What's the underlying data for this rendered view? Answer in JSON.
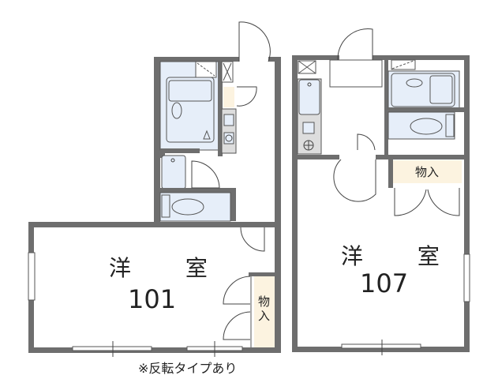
{
  "units": [
    {
      "room_label": "洋 室",
      "room_number": "101",
      "storage_label": "物入",
      "fixtures": [
        "unit-bath",
        "washbasin",
        "toilet",
        "kitchen-sink",
        "stove",
        "washing-machine-space"
      ]
    },
    {
      "room_label": "洋 室",
      "room_number": "107",
      "storage_label": "物入",
      "fixtures": [
        "unit-bath",
        "toilet",
        "kitchen-sink",
        "stove",
        "washing-machine-space"
      ]
    }
  ],
  "note": "※反転タイプあり",
  "colors": {
    "wall": "#6e6e6e",
    "wet_area": "#e6eef9",
    "storage": "#fcf3e0",
    "background": "#ffffff"
  }
}
